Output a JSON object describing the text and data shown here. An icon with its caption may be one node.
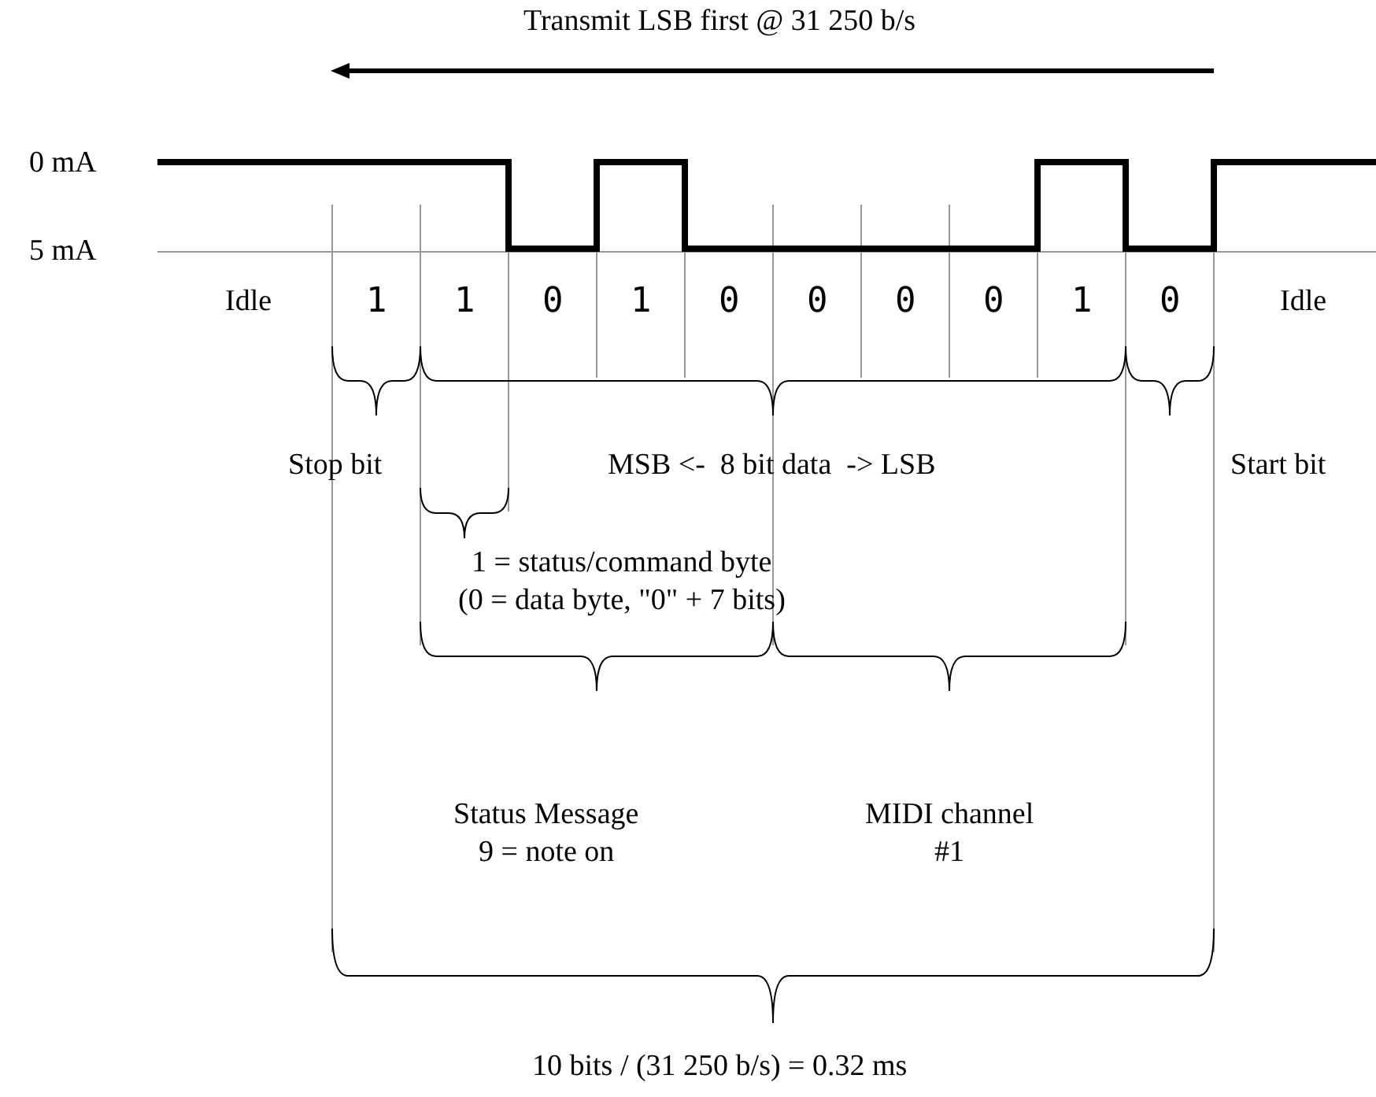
{
  "diagram": {
    "labels": [
      "Transmit LSB first @ 31 250 b/s",
      "0 mA",
      "5 mA",
      "Idle",
      "1",
      "1",
      "0",
      "1",
      "0",
      "0",
      "0",
      "0",
      "1",
      "0",
      "Idle",
      "Stop bit",
      "MSB <-  8 bit data  -> LSB",
      "Start bit",
      "1 = status/command byte",
      "(0 = data byte, \"0\" + 7 bits)",
      "Status Message",
      "9 = note on",
      "MIDI channel",
      "#1",
      "10 bits / (31 250 b/s) = 0.32 ms"
    ]
  }
}
